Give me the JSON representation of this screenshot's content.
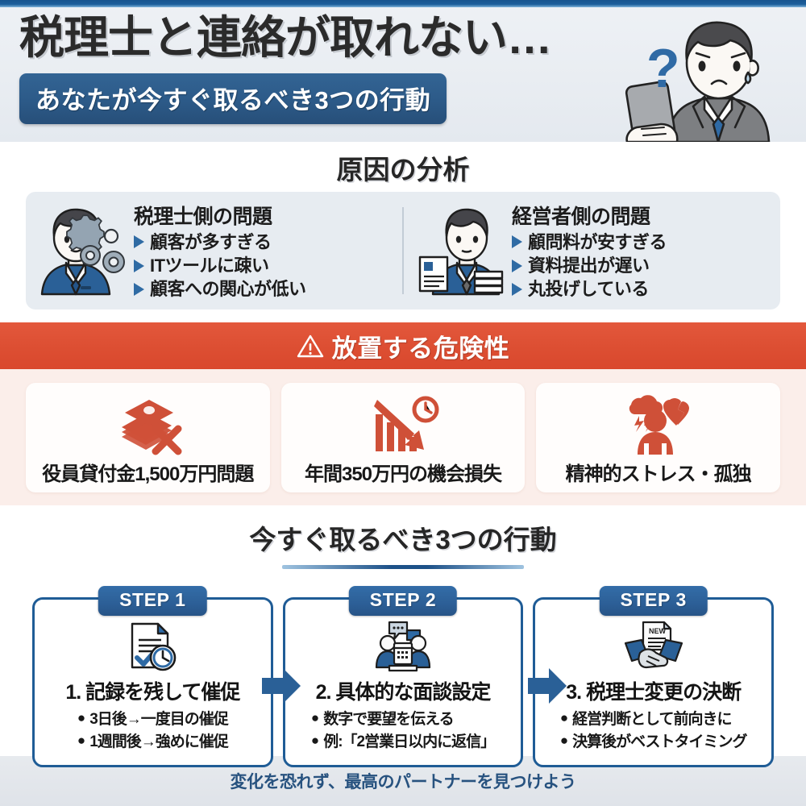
{
  "header": {
    "title": "税理士と連絡が取れない…",
    "subtitle_badge": "あなたが今すぐ取るべき3つの行動",
    "figure_icon": "worried-businessman-with-smartphone",
    "question_mark": "?",
    "accent_top_border": "#17548f",
    "badge_color": "#2c5a88",
    "background": "#e9edf2"
  },
  "analysis": {
    "section_title": "原因の分析",
    "underline_color": "#1d5188",
    "box_background": "#e7ecf1",
    "columns": [
      {
        "icon": "businessman-with-gears-icon",
        "heading": "税理士側の問題",
        "items": [
          "顧客が多すぎる",
          "ITツールに疎い",
          "顧客への関心が低い"
        ]
      },
      {
        "icon": "businessman-with-documents-icon",
        "heading": "経営者側の問題",
        "items": [
          "顧問料が安すぎる",
          "資料提出が遅い",
          "丸投げしている"
        ]
      }
    ]
  },
  "risk": {
    "banner_icon": "warning-triangle-icon",
    "banner_title": "放置する危険性",
    "banner_color": "#dd4f33",
    "section_background": "#fbeeea",
    "cards": [
      {
        "icon": "money-stack-x-icon",
        "label": "役員貸付金1,500万円問題"
      },
      {
        "icon": "declining-chart-clock-icon",
        "label": "年間350万円の機会損失"
      },
      {
        "icon": "stressed-person-broken-heart-icon",
        "label": "精神的ストレス・孤独"
      }
    ]
  },
  "steps": {
    "section_title": "今すぐ取るべき3つの行動",
    "underline_color": "#1d5188",
    "accent_color": "#1f5c96",
    "items": [
      {
        "badge": "STEP 1",
        "icon": "document-check-clock-icon",
        "title": "1. 記録を残して催促",
        "bullets": [
          "3日後→一度目の催促",
          "1週間後→強めに催促"
        ]
      },
      {
        "badge": "STEP 2",
        "icon": "meeting-calendar-chat-icon",
        "title": "2. 具体的な面談設定",
        "bullets": [
          "数字で要望を伝える",
          "例:「2営業日以内に返信」"
        ]
      },
      {
        "badge": "STEP 3",
        "icon": "handshake-new-document-icon",
        "title": "3. 税理士変更の決断",
        "bullets": [
          "経営判断として前向きに",
          "決算後がベストタイミング"
        ]
      }
    ]
  },
  "footer": {
    "text": "変化を恐れず、最高のパートナーを見つけよう",
    "text_color": "#27527f",
    "background": "#e2e6eb"
  }
}
